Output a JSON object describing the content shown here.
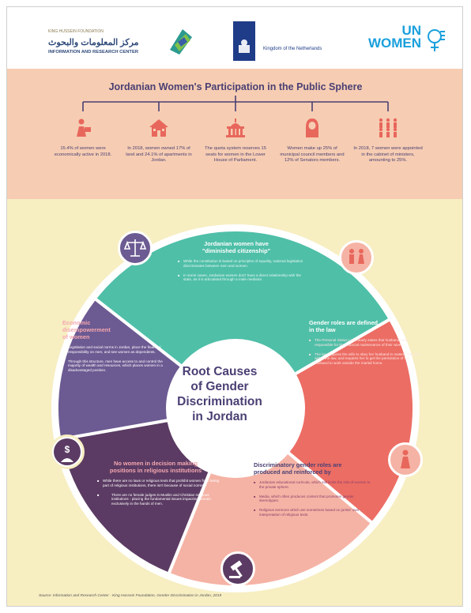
{
  "logos": {
    "irc_small": "KING HUSSEIN FOUNDATION",
    "irc_arabic": "مركز المعلومات والبحوث",
    "irc_english": "INFORMATION AND RESEARCH CENTER",
    "nl_text": "Kingdom of the Netherlands",
    "un_line1": "UN",
    "un_line2": "WOMEN"
  },
  "colors": {
    "purple": "#4a3f73",
    "teal": "#4fbfa8",
    "coral": "#ec6d64",
    "pink": "#f5b3a5",
    "plum": "#5b3b63",
    "violet": "#6c5a92",
    "peach": "#f6cdb3",
    "cream": "#f7eec2",
    "icon_red": "#e8675c"
  },
  "header": {
    "title": "Jordanian Women's Participation in the Public Sphere"
  },
  "stats": [
    {
      "icon": "woman-working-icon",
      "text": "15.4% of women were economically active in 2018."
    },
    {
      "icon": "house-icon",
      "text": "In 2018, women owned 17% of land and 24.1% of apartments in Jordan."
    },
    {
      "icon": "parliament-building-icon",
      "text": "The quota system reserves 15 seats for women in the Lower House of Parliament."
    },
    {
      "icon": "woman-hijab-icon",
      "text": "Women make up 25% of municipal council members and 12% of Senators members."
    },
    {
      "icon": "cabinet-group-icon",
      "text": "In 2018, 7 women were appointed in the cabinet of ministers, amounting to 25%."
    }
  ],
  "center": {
    "line1": "Root Causes",
    "line2": "of Gender",
    "line3": "Discrimination",
    "line4": "in Jordan"
  },
  "segments": {
    "citizenship": {
      "title_line1": "Jordanian women have",
      "title_line2": "\"diminished citizenship\"",
      "items": [
        "While the constitution is based on principles of equality, national legislation discriminates between men and women.",
        "In some cases, Jordanian women don't have a direct relationship with the state, as it is articulated through a male mediator."
      ]
    },
    "law": {
      "title_line1": "Gender roles are defined",
      "title_line2": "in the law",
      "items": [
        "The Personal Status Law clearly states that husbands are responsible for the financial maintenance of their wives.",
        "The law requires the wife to obey her husband in matters that are within the law, and requires her to get the permission of her husband to work outside the marital home."
      ]
    },
    "roles": {
      "title_line1": "Discriminatory gender roles are",
      "title_line2": "produced and reinforced by",
      "items": [
        "Jordanian educational curricula, which still limits the role of women to the private sphere.",
        "Media, which often produces content that promotes gender stereotypes.",
        "Religious sermons which are sometimes based on jurists' own interpretation of religious texts."
      ]
    },
    "religious": {
      "title_line1": "No women in decision making",
      "title_line2": "positions in religious institutions",
      "items": [
        "While there are no laws or religious texts that prohibit women from being part of religious institutions, there isn't because of social norms.",
        "There are no female judges in Muslim and Christian religious institutions - placing the fundamental issues impacting women exclusively in the hands of men."
      ]
    },
    "economic": {
      "title_line1": "Economic",
      "title_line2": "disempowerment",
      "title_line3": "of women",
      "items": [
        "Legislation and social norms in Jordan, place the financial responsibility on men, and see women as dependents.",
        "Through this structure, men have access to and control the majority of wealth and resources, which places women in a disadvantaged position."
      ]
    }
  },
  "badges": {
    "scales": "scales-of-justice-icon",
    "couple": "man-woman-icon",
    "dollar": "dollar-person-icon",
    "woman": "woman-figure-icon",
    "gavel": "gavel-icon"
  },
  "source": "Source: Information and Research Center - King Hussein Foundation, Gender Discrimination in Jordan, 2019"
}
